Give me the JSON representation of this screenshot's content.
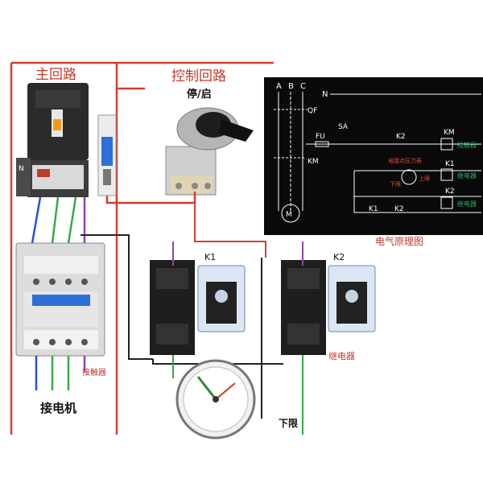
{
  "sections": {
    "main_circuit": "主回路",
    "control_circuit": "控制回路",
    "stop_start": "停/启"
  },
  "relays": {
    "k1": "K1",
    "k2": "K2",
    "relay_label": "继电器"
  },
  "contactor": {
    "label": "接触器",
    "motor_label": "接电机"
  },
  "gauge": {
    "lower_limit": "下限"
  },
  "schematic": {
    "phases": [
      "A",
      "B",
      "C"
    ],
    "neutral": "N",
    "qf": "QF",
    "fu": "FU",
    "sa": "SA",
    "km": "KM",
    "k2_contact": "K2",
    "k1_contact": "K1",
    "k2_contact_b": "K2",
    "out_km": "KM",
    "out_k1": "K1",
    "out_k2": "K2",
    "out_km_desc": "接触器",
    "out_k1_desc": "继电器",
    "out_k2_desc": "继电器",
    "gauge_desc": "电接点压力表",
    "upper": "上限",
    "lower": "下限",
    "caption": "电气原理图"
  },
  "colors": {
    "frame_red": "#d04030",
    "schematic_bg": "#0a0a0a",
    "wire_blue": "#2c4fd8",
    "wire_green": "#3aa84a",
    "wire_purple": "#8e44ad"
  }
}
